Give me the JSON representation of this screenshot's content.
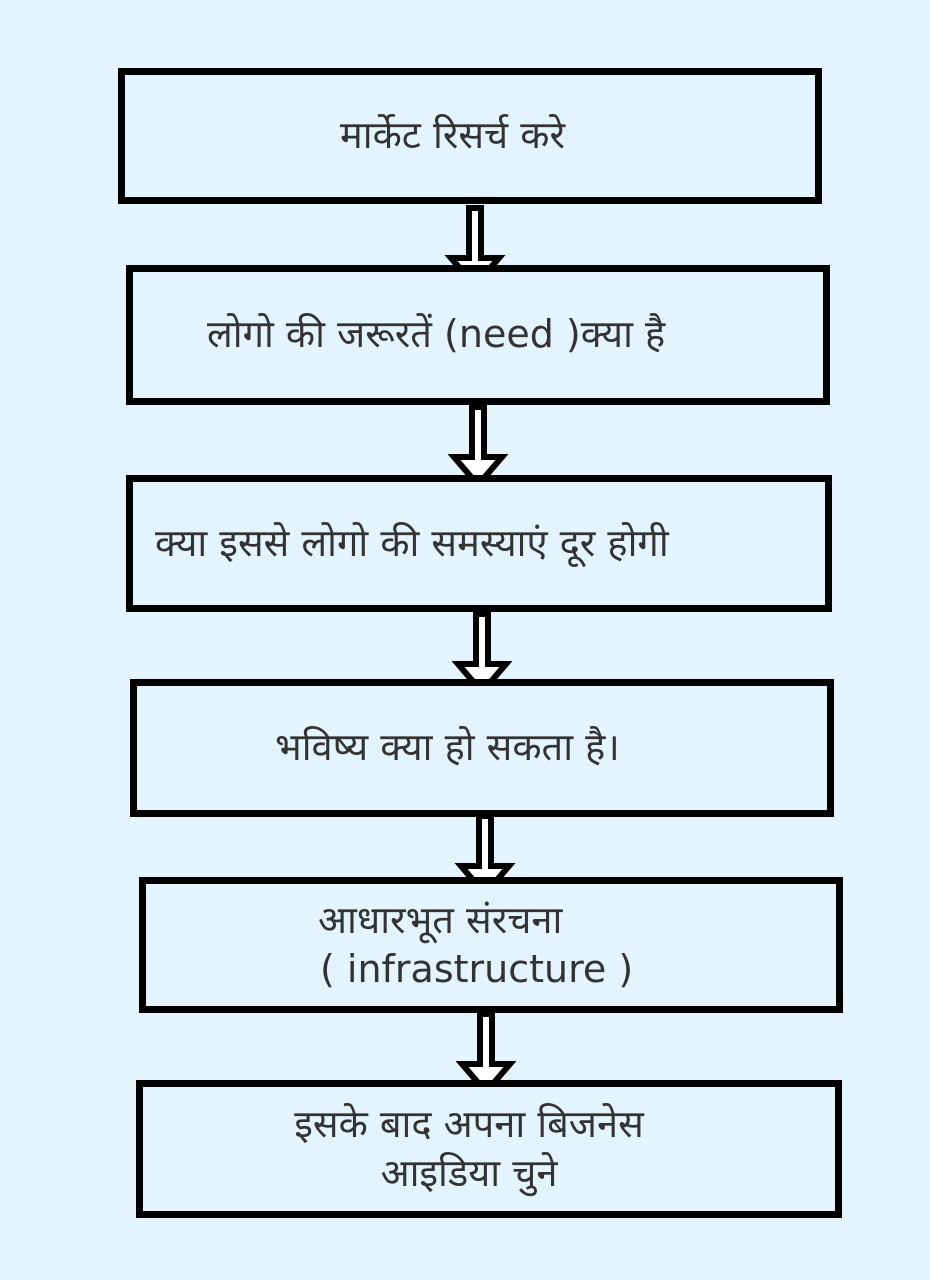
{
  "diagram": {
    "steps": [
      {
        "lines": [
          "मार्केट रिसर्च करे"
        ]
      },
      {
        "lines": [
          "लोगो की जरूरतें (need )क्या है"
        ]
      },
      {
        "lines": [
          "क्या इससे लोगो की समस्याएं दूर होगी"
        ]
      },
      {
        "lines": [
          "भविष्य क्या हो सकता है।"
        ]
      },
      {
        "lines": [
          "आधारभूत संरचना",
          "( infrastructure )"
        ]
      },
      {
        "lines": [
          "इसके बाद अपना बिजनेस",
          "आइडिया चुने"
        ]
      }
    ],
    "colors": {
      "background": "#e3f4fc",
      "border": "#000000",
      "text": "#333333",
      "arrow_fill": "#ffffff",
      "arrow_stroke": "#000000"
    }
  }
}
